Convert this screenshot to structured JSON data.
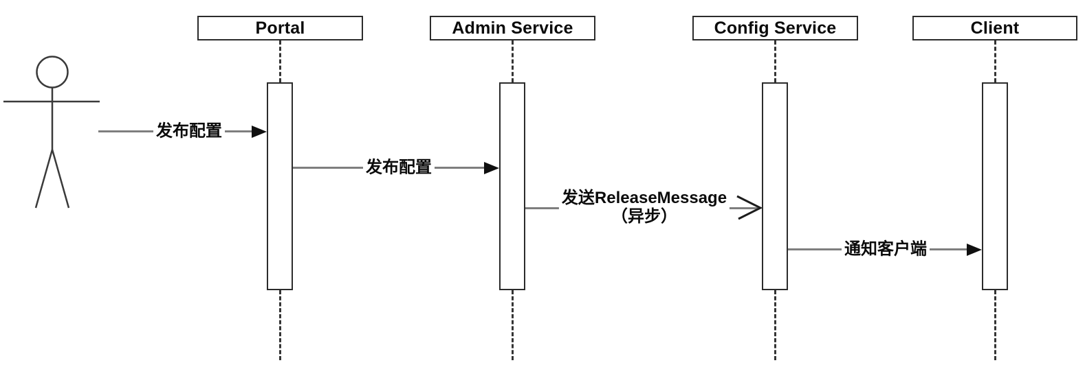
{
  "diagram": {
    "type": "uml-sequence-diagram",
    "colors": {
      "background": "#ffffff",
      "shape_border": "#2b2b2b",
      "message_line": "#7e7e7e",
      "arrowhead": "#101010",
      "text": "#0b0b0b"
    },
    "actor": {
      "kind": "stick-figure",
      "label": ""
    },
    "lifelines": [
      {
        "name": "Portal"
      },
      {
        "name": "Admin Service"
      },
      {
        "name": "Config Service"
      },
      {
        "name": "Client"
      }
    ],
    "messages": [
      {
        "label": "发布配置",
        "from": "Actor",
        "to": "Portal",
        "arrow": "solid-filled"
      },
      {
        "label": "发布配置",
        "from": "Portal",
        "to": "Admin Service",
        "arrow": "solid-filled"
      },
      {
        "label": "发送ReleaseMessage",
        "label_line2": "（异步）",
        "from": "Admin Service",
        "to": "Config Service",
        "arrow": "open-async"
      },
      {
        "label": "通知客户端",
        "from": "Config Service",
        "to": "Client",
        "arrow": "solid-filled"
      }
    ]
  }
}
